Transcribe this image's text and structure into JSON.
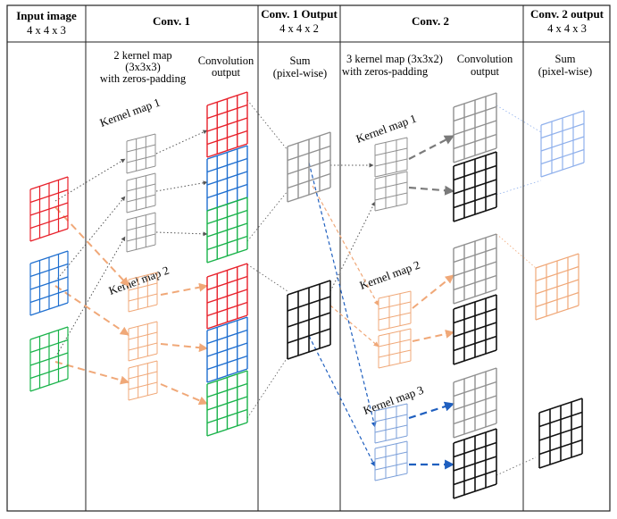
{
  "columns": [
    {
      "title": "Input image",
      "subtitle": "4 x 4 x 3"
    },
    {
      "title": "Conv. 1",
      "subtitle": ""
    },
    {
      "title": "Conv. 1 Output",
      "subtitle": "4 x 4 x 2"
    },
    {
      "title": "Conv. 2",
      "subtitle": ""
    },
    {
      "title": "Conv. 2 output",
      "subtitle": "4 x 4 x 3"
    }
  ],
  "conv1": {
    "kernel_note": [
      "2 kernel map",
      "(3x3x3)",
      "with zeros-padding"
    ],
    "output_note": [
      "Convolution",
      "output"
    ],
    "kernel_labels": [
      "Kernel map 1",
      "Kernel map 2"
    ]
  },
  "conv1_output": {
    "note": [
      "Sum",
      "(pixel-wise)"
    ]
  },
  "conv2": {
    "kernel_note": [
      "3 kernel map (3x3x2)",
      "with zeros-padding"
    ],
    "output_note": [
      "Convolution",
      "output"
    ],
    "kernel_labels": [
      "Kernel map 1",
      "Kernel map 2",
      "Kernel map 3"
    ]
  },
  "conv2_output": {
    "note": [
      "Sum",
      "(pixel-wise)"
    ]
  },
  "colors": {
    "red": "#e8202a",
    "blue": "#1f6fd0",
    "green": "#19b34a",
    "gray": "#909090",
    "black": "#111111",
    "orange": "#f0a878",
    "light_blue": "#8fb0ec",
    "kernel3": "#7b9fd9",
    "arrow_blue": "#1f5fbf",
    "arrow_gray": "#7a7a7a"
  }
}
